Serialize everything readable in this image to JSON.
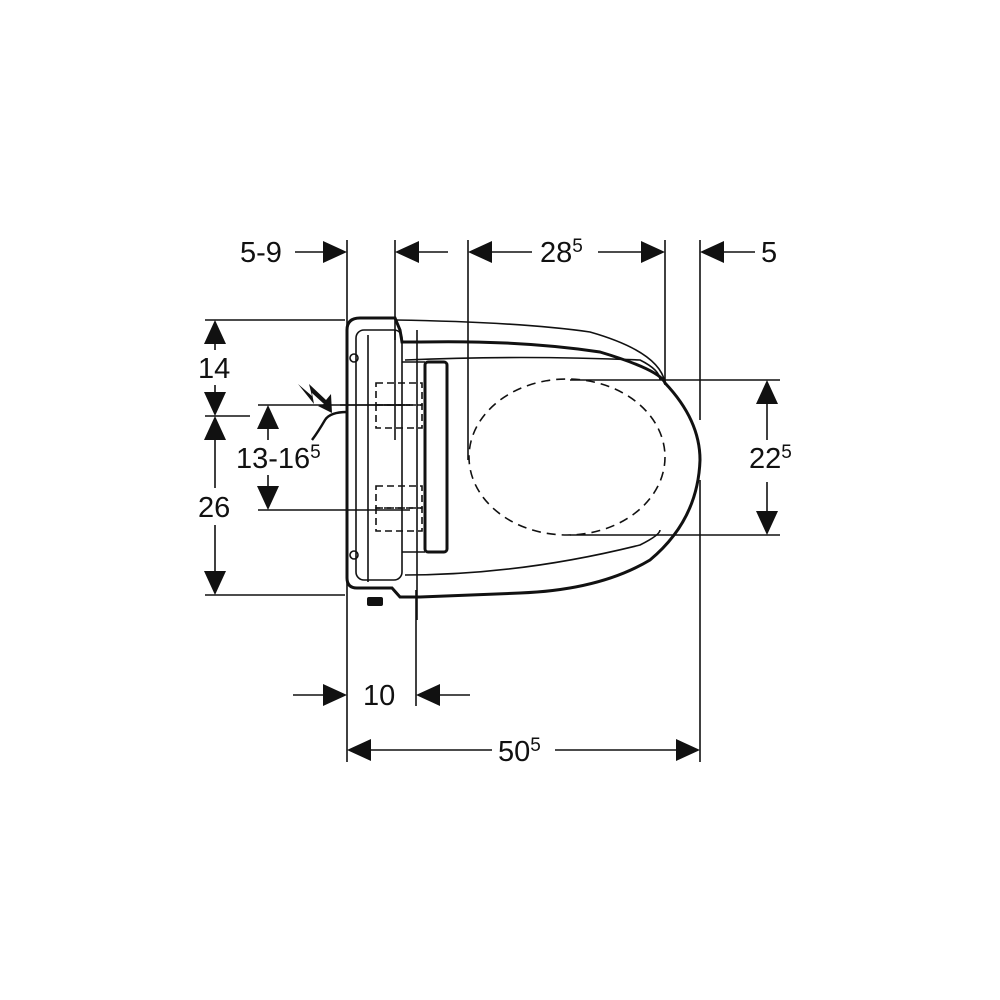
{
  "dimensions": {
    "left_offset": {
      "base": "5-9"
    },
    "seat_depth": {
      "base": "28",
      "sup": "5"
    },
    "right_offset": {
      "base": "5"
    },
    "top_height": {
      "base": "14"
    },
    "connection_range": {
      "base": "13-16",
      "sup": "5"
    },
    "lower_height": {
      "base": "26"
    },
    "opening_width": {
      "base": "22",
      "sup": "5"
    },
    "base_depth": {
      "base": "10"
    },
    "total_length": {
      "base": "50",
      "sup": "5"
    }
  },
  "icons": [
    "electrical-connection-icon"
  ]
}
